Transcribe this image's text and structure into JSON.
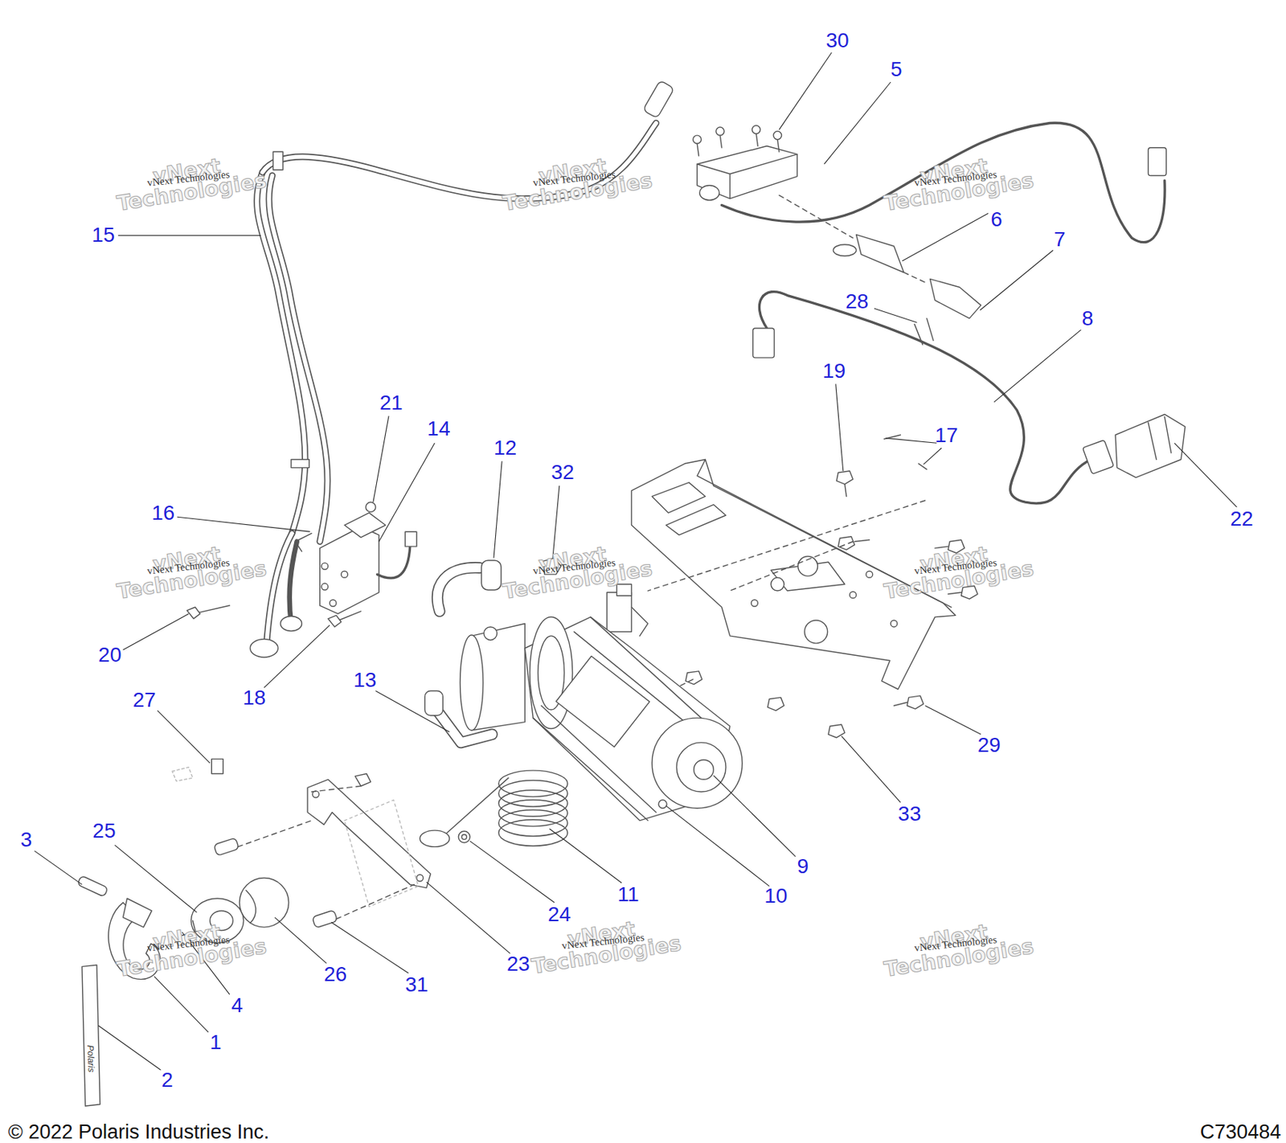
{
  "diagram": {
    "labels": [
      "30",
      "5",
      "6",
      "7",
      "28",
      "8",
      "19",
      "17",
      "22",
      "15",
      "21",
      "14",
      "12",
      "32",
      "16",
      "20",
      "18",
      "13",
      "27",
      "29",
      "33",
      "9",
      "10",
      "11",
      "24",
      "3",
      "25",
      "26",
      "31",
      "23",
      "4",
      "1",
      "2",
      "vNext Technologies",
      "vNext Technologies",
      "vNext Technologies",
      "vNext Technologies",
      "vNext Technologies",
      "vNext Technologies",
      "vNext Technologies",
      "vNext Technologies",
      "vNext Technologies",
      "vNext Technologies",
      "vNext Technologies",
      "vNext Technologies",
      "vNext Technologies",
      "vNext Technologies",
      "vNext Technologies",
      "vNext Technologies",
      "vNext Technologies",
      "vNext Technologies",
      "Polaris",
      "© 2022 Polaris Industries Inc.",
      "C730484"
    ]
  }
}
